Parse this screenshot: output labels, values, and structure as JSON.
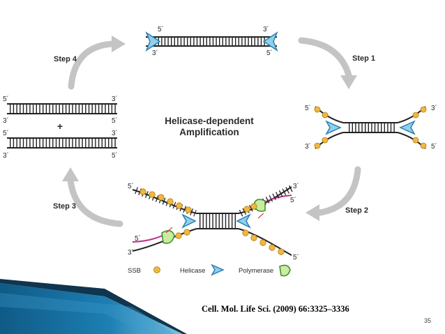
{
  "diagram": {
    "title_line1": "Helicase-dependent",
    "title_line2": "Amplification",
    "steps": {
      "step1": "Step 1",
      "step2": "Step 2",
      "step3": "Step 3",
      "step4": "Step 4"
    },
    "strand_end_5": "5´",
    "strand_end_3": "3´",
    "plus_sign": "+",
    "legend": {
      "ssb": "SSB",
      "helicase": "Helicase",
      "polymerase": "Polymerase"
    },
    "colors": {
      "arrow": "#c4c4c4",
      "ssb": "#f2b83e",
      "helicase": "#8fd0ec",
      "polymerase": "#c8eca0",
      "new_strand": "#c0308c"
    }
  },
  "citation": "Cell. Mol. Life Sci. (2009) 66:3325–3336",
  "page_number": "35"
}
